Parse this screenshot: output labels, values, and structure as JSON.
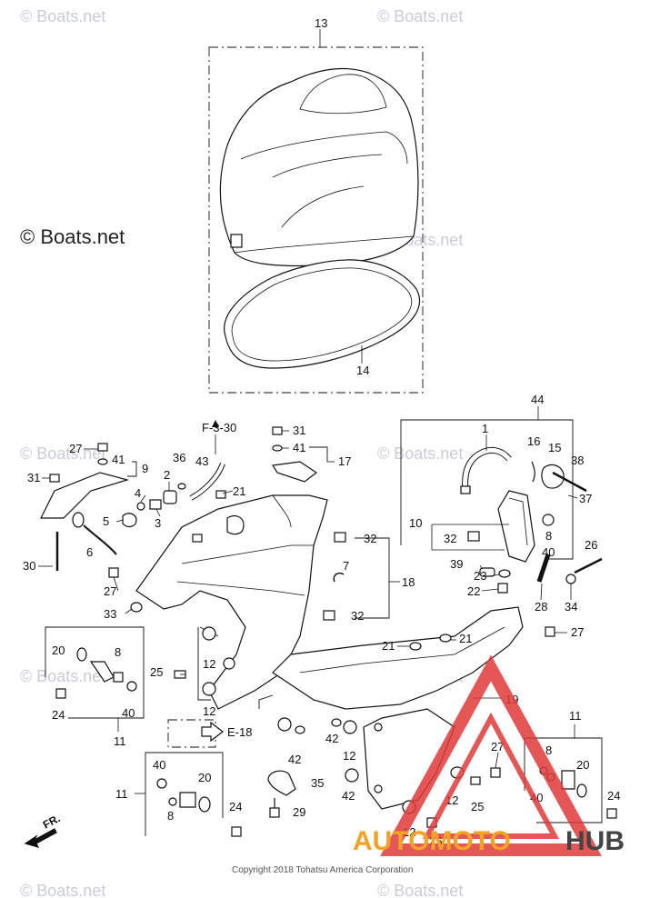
{
  "watermark": "© Boats.net",
  "watermark_main": "© Boats.net",
  "copyright": "Copyright 2018 Tohatsu America Corporation",
  "direction_label": "FR.",
  "refs": {
    "f330": "F-3-30",
    "e18": "E-18"
  },
  "logo": {
    "auto": "AUTOMOTO",
    "hub": "HUB",
    "color_red": "#e03a3a",
    "color_orange": "#f2a325",
    "color_gray": "#444444"
  },
  "callouts": {
    "c13": "13",
    "c14": "14",
    "c44": "44",
    "c1": "1",
    "c16": "16",
    "c15": "15",
    "c38": "38",
    "c37": "37",
    "c10": "10",
    "c32a": "32",
    "c40a": "40",
    "c8a": "8",
    "c39": "39",
    "c23": "23",
    "c22": "22",
    "c28": "28",
    "c26": "26",
    "c34": "34",
    "c27top": "27",
    "c41a": "41",
    "c9": "9",
    "c31a": "31",
    "c30": "30",
    "c4": "4",
    "c5": "5",
    "c3": "3",
    "c6": "6",
    "c27b": "27",
    "c33": "33",
    "c36": "36",
    "c2": "2",
    "c43": "43",
    "c21a": "21",
    "c31b": "31",
    "c41b": "41",
    "c17": "17",
    "c32b": "32",
    "c7": "7",
    "c18": "18",
    "c32c": "32",
    "c27c": "27",
    "c21b": "21",
    "c21c": "21",
    "c20a": "20",
    "c8b": "8",
    "c40b": "40",
    "c24a": "24",
    "c11a": "11",
    "c25a": "25",
    "c12a": "12",
    "c12b": "12",
    "c40c": "40",
    "c20b": "20",
    "c11b": "11",
    "c8c": "8",
    "c24b": "24",
    "c19": "19",
    "c42a": "42",
    "c42b": "42",
    "c12c": "12",
    "c42c": "42",
    "c35": "35",
    "c29": "29",
    "c27d": "27",
    "c12d": "12",
    "c25b": "25",
    "c12e": "12",
    "c25c": "25",
    "c11c": "11",
    "c8d": "8",
    "c20c": "20",
    "c40d": "40",
    "c24c": "24"
  }
}
